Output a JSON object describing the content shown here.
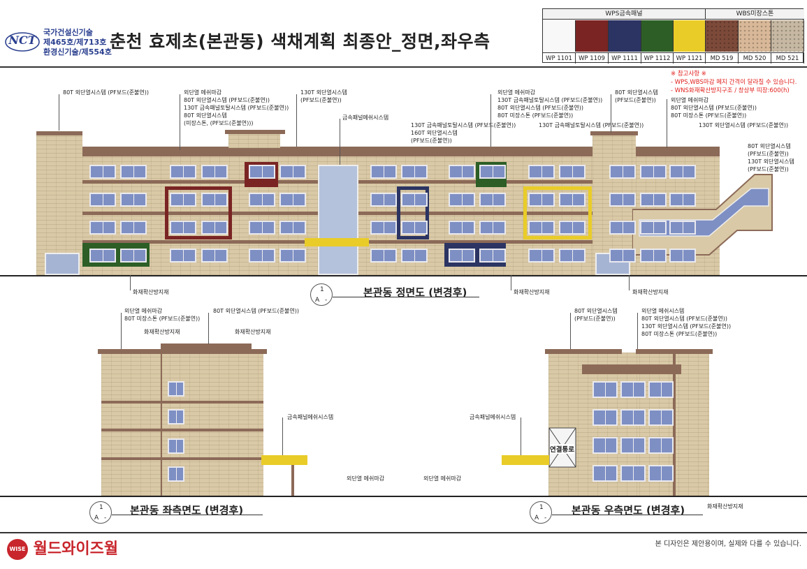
{
  "header": {
    "logo_text": "NCT",
    "cert_lines": [
      "국가건설신기술",
      "제465호/제713호",
      "환경신기술/제554호"
    ],
    "title": "춘천 효제초(본관동) 색채계획 최종안_정면,좌우측"
  },
  "swatches": {
    "group1_label": "WPS금속패널",
    "group2_label": "WBS미장스톤",
    "items": [
      {
        "code": "WP 1101",
        "color": "#f8f8f8"
      },
      {
        "code": "WP 1109",
        "color": "#7a2424"
      },
      {
        "code": "WP 1111",
        "color": "#2b3462"
      },
      {
        "code": "WP 1112",
        "color": "#2c5e26"
      },
      {
        "code": "WP 1121",
        "color": "#e9cc28"
      },
      {
        "code": "MD 519",
        "color": "#7d4a3a"
      },
      {
        "code": "MD 520",
        "color": "#d8b898"
      },
      {
        "code": "MD 521",
        "color": "#c6b8a2"
      }
    ]
  },
  "notes": {
    "lines": [
      "※ 참고사항 ※",
      "- WPS,WBS마감 메지 간격이 달라질 수 있습니다.",
      "- WNS화재확산방지구조 / 창상부 띠장:600(h)"
    ]
  },
  "front": {
    "annotations": [
      "80T 외단열시스템 (PF보드(준불연))",
      "외단열 메쉬마감\n80T 외단열시스템 (PF보드(준불연))\n130T 금속패널토탈시스템 (PF보드(준불연))\n80T 외단열시스템\n(미장스톤, (PF보드(준불연)))",
      "130T 외단열시스템\n(PF보드(준불연))",
      "금속패널메쉬시스템",
      "130T 금속패널토탈시스템 (PF보드(준불연))\n160T 외단열시스템\n(PF보드(준불연))",
      "외단열 메쉬마감\n130T 금속패널토탈시스템 (PF보드(준불연))\n80T 외단열시스템 (PF보드(준불연))\n80T 미장스톤 (PF보드(준불연))",
      "130T 금속패널토탈시스템 (PF보드(준불연))",
      "80T 외단열시스템\n(PF보드(준불연))",
      "외단열 메쉬마감\n80T 외단열시스템 (PF보드(준불연))\n80T 미장스톤 (PF보드(준불연))",
      "130T 외단열시스템 (PF보드(준불연))",
      "80T 외단열시스템\n(PF보드(준불연))\n130T 외단열시스템\n(PF보드(준불연))",
      "화재확산방지재",
      "화재확산방지재",
      "화재확산방지재"
    ],
    "label": "본관동 정면도 (변경후)",
    "ref": {
      "num": "1",
      "sheet": "A",
      "dash": "-"
    }
  },
  "left": {
    "annotations": [
      "외단열 메쉬마감\n80T 미장스톤 (PF보드(준불연))",
      "80T 외단열시스템 (PF보드(준불연))",
      "화재확산방지재",
      "화재확산방지재",
      "금속패널메쉬시스템",
      "외단열 메쉬마감"
    ],
    "label": "본관동 좌측면도 (변경후)",
    "ref": {
      "num": "1",
      "sheet": "A",
      "dash": "-"
    }
  },
  "right": {
    "annotations": [
      "80T 외단열시스템\n(PF보드(준불연))",
      "외단열 메쉬시스템\n80T 외단열시스템 (PF보드(준불연))\n130T 외단열시스템 (PF보드(준불연))\n80T 미장스톤 (PF보드(준불연))",
      "금속패널메쉬시스템",
      "외단열 메쉬마감",
      "화재확산방지재"
    ],
    "connector_label": "연결통로",
    "label": "본관동 우측면도 (변경후)",
    "ref": {
      "num": "1",
      "sheet": "A",
      "dash": "-"
    }
  },
  "footer": {
    "brand": "월드와이즈월",
    "brand_badge": "WISE",
    "note": "본 디자인은 제안용이며, 실제와 다를 수 있습니다."
  }
}
